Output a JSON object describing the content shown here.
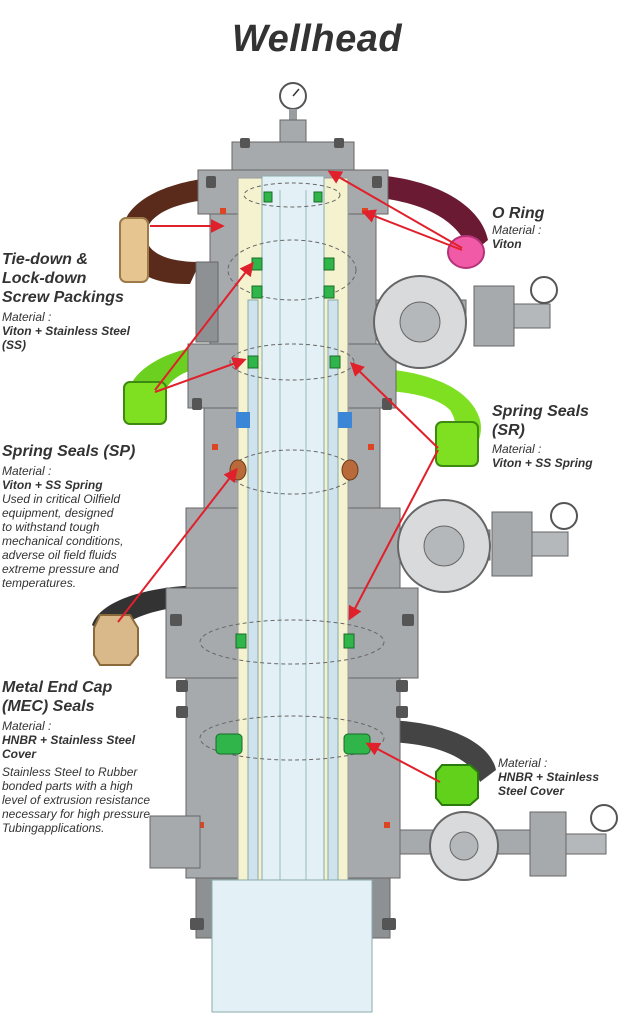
{
  "title": "Wellhead",
  "labels": {
    "oring": {
      "heading": "O Ring",
      "mat_label": "Material :",
      "mat_value": "Viton"
    },
    "tiedown": {
      "heading_lines": [
        "Tie-down &",
        "Lock-down",
        "Screw Packings"
      ],
      "mat_label": "Material :",
      "mat_value_lines": [
        "Viton + Stainless Steel",
        "(SS)"
      ]
    },
    "sr": {
      "heading_lines": [
        "Spring Seals",
        "(SR)"
      ],
      "mat_label": "Material :",
      "mat_value": "Viton + SS Spring"
    },
    "sp": {
      "heading": "Spring Seals (SP)",
      "mat_label": "Material :",
      "mat_value": "Viton + SS Spring",
      "desc_lines": [
        "Used in critical Oilfield",
        "equipment, designed",
        "to withstand tough",
        "mechanical conditions,",
        "adverse oil field fluids",
        "extreme pressure and",
        "temperatures."
      ]
    },
    "mec": {
      "heading_lines": [
        "Metal End Cap",
        "(MEC) Seals"
      ],
      "mat_label": "Material :",
      "mat_value_lines": [
        "HNBR + Stainless Steel",
        "Cover"
      ],
      "desc_lines": [
        "Stainless Steel to Rubber",
        "bonded parts with a high",
        "level of extrusion resistance",
        "necessary for high pressure",
        "Tubingapplications."
      ]
    },
    "hnbr": {
      "mat_label": "Material :",
      "mat_value_lines": [
        "HNBR + Stainless",
        "Steel Cover"
      ]
    }
  },
  "colors": {
    "steel": "#a7aaad",
    "steel_dark": "#8d9194",
    "bore": "#e3f1f7",
    "liner": "#f5f3cf",
    "arrow": "#e0202b",
    "oring": "#f05aa6",
    "tiedown": "#e7c590",
    "spring_sr": "#7fe022",
    "spring_sp": "#d9b88a",
    "mec": "#62d11b",
    "seal_green": "#2fb54a"
  }
}
